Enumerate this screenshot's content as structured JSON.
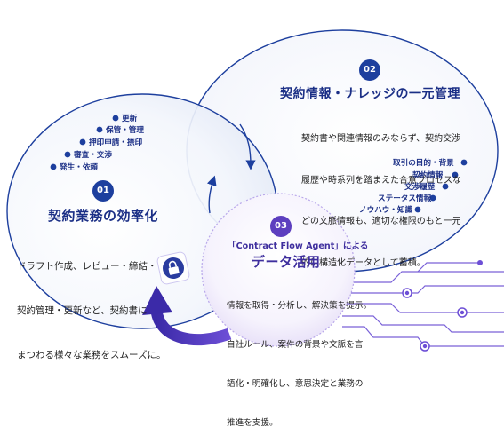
{
  "section1": {
    "number": "01",
    "title": "契約業務の効率化",
    "body": [
      "ドラフト作成、レビュー・締結・",
      "契約管理・更新など、契約書に",
      "まつわる様々な業務をスムーズに。"
    ],
    "tags": [
      "更新",
      "保管・管理",
      "押印申請・捺印",
      "審査・交渉",
      "発生・依頼"
    ]
  },
  "section2": {
    "number": "02",
    "title": "契約情報・ナレッジの一元管理",
    "body": [
      "契約書や関連情報のみならず、契約交渉",
      "履歴や時系列を踏まえた合意プロセスな",
      "どの文脈情報も、適切な権限のもと一元",
      "的に構造化データとして蓄積。"
    ],
    "tags": [
      "取引の目的・背景",
      "契約情報",
      "交渉履歴",
      "ステータス情報",
      "ノウハウ・知識"
    ]
  },
  "section3": {
    "number": "03",
    "subtitle": "「Contract Flow Agent」による",
    "title": "データ活用",
    "body": [
      "情報を取得・分析し、解決策を提示。",
      "自社ルール、案件の背景や文脈を言",
      "語化・明確化し、意思決定と業務の",
      "推進を支援。"
    ]
  },
  "icons": {
    "lock": "lock-icon"
  },
  "colors": {
    "navy": "#1d3f9e",
    "purple": "#5d3fbf",
    "arrow": "#4b35b8"
  }
}
